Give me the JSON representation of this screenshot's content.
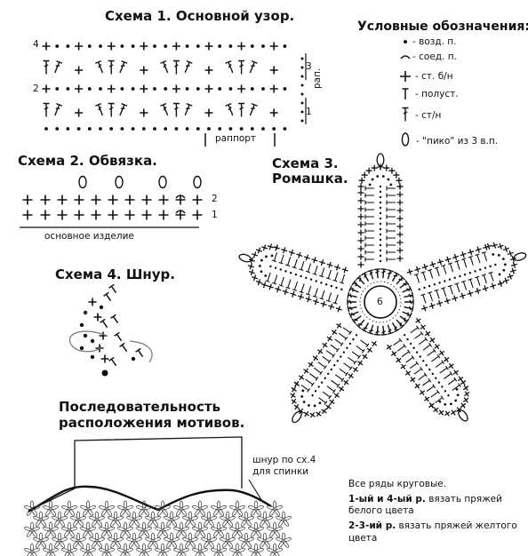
{
  "scheme1": {
    "title": "Схема 1. Основной узор.",
    "row_4": "4",
    "row_2": "2",
    "row_3": "3",
    "row_1": "1",
    "rap": "рап.",
    "rapport": "раппорт"
  },
  "legend": {
    "title": "Условные обозначения:",
    "items": [
      {
        "symbol": "dot-icon",
        "text": "- возд. п."
      },
      {
        "symbol": "arc-icon",
        "text": "- соед. п."
      },
      {
        "symbol": "plus-icon",
        "text": "- ст. б/н"
      },
      {
        "symbol": "t-icon",
        "text": "- полуст."
      },
      {
        "symbol": "dagger-icon",
        "text": "- ст/н"
      },
      {
        "symbol": "picot-icon",
        "text": "- \"пико\" из 3 в.п."
      }
    ]
  },
  "scheme2": {
    "title": "Схема 2. Обвязка.",
    "row_2": "2",
    "row_1": "1",
    "base": "основное изделие"
  },
  "scheme3": {
    "title_line1": "Схема 3.",
    "title_line2": "Ромашка.",
    "center": "6"
  },
  "scheme4": {
    "title": "Схема 4. Шнур."
  },
  "sequence": {
    "title_line1": "Последовательность",
    "title_line2": "расположения мотивов.",
    "cord_note_1": "шнур по сх.4",
    "cord_note_2": "для спинки"
  },
  "notes": {
    "line1": "Все ряды круговые.",
    "line2_bold": "1-ый и 4-ый р.",
    "line2_rest": " вязать пряжей",
    "line3": "белого цвета",
    "line4_bold": "2-3-ий р.",
    "line4_rest": " вязать пряжей желтого",
    "line5": "цвета"
  }
}
